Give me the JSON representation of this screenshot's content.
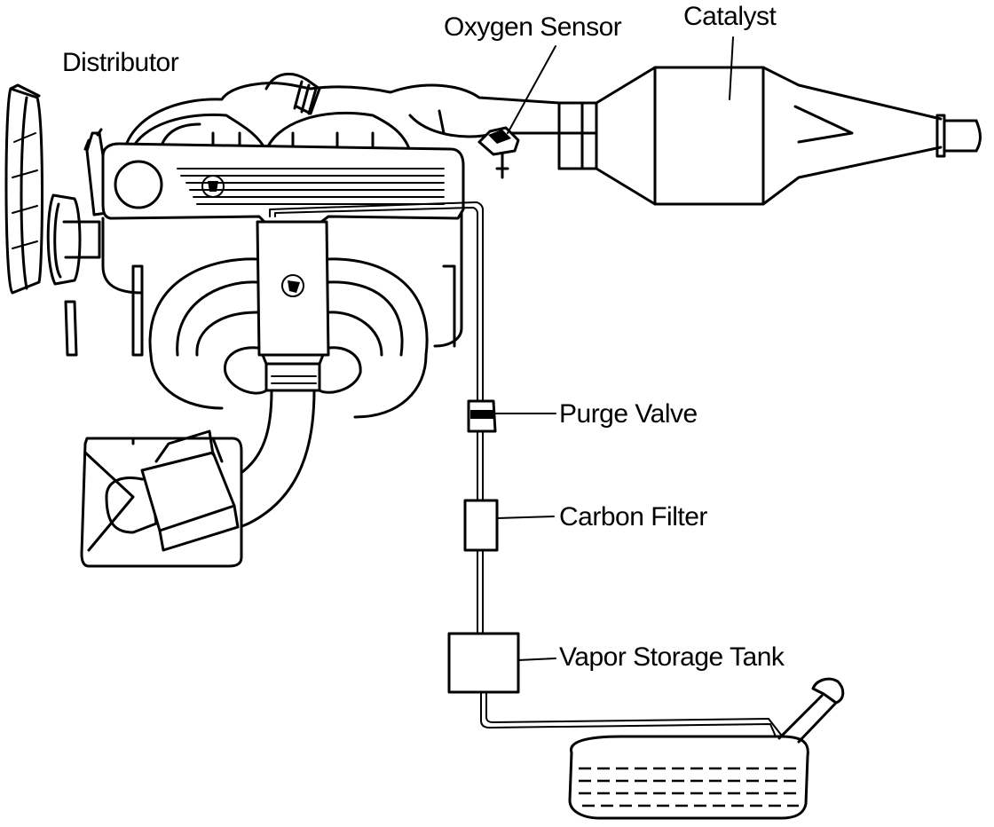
{
  "labels": {
    "distributor": "Distributor",
    "oxygen_sensor": "Oxygen Sensor",
    "catalyst": "Catalyst",
    "purge_valve": "Purge Valve",
    "carbon_filter": "Carbon Filter",
    "vapor_storage_tank": "Vapor Storage Tank"
  }
}
